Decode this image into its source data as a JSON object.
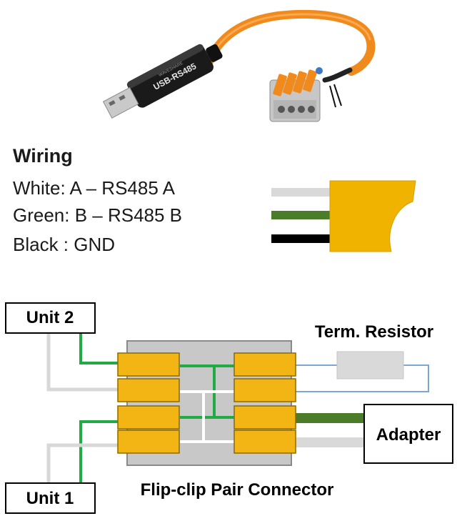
{
  "product": {
    "usb_label": "USB-RS485",
    "usb_brand": "WAVESHARE"
  },
  "wiring": {
    "title": "Wiring",
    "lines": [
      "White: A – RS485 A",
      "Green: B – RS485 B",
      "Black : GND"
    ],
    "wire_colors": {
      "white": "#d9d9d9",
      "green": "#4a7c2a",
      "black": "#000000",
      "connector": "#f0b400"
    }
  },
  "diagram": {
    "unit2_label": "Unit 2",
    "unit1_label": "Unit 1",
    "resistor_label": "Term. Resistor",
    "adapter_label": "Adapter",
    "caption": "Flip-clip Pair Connector",
    "colors": {
      "clip": "#f2b514",
      "clip_border": "#8a6a00",
      "body": "#c8c8c8",
      "green_wire": "#22aa44",
      "grey_wire": "#d8d8d8",
      "thin_blue": "#7aa7d6",
      "adapter_green": "#4a7c2a"
    }
  }
}
